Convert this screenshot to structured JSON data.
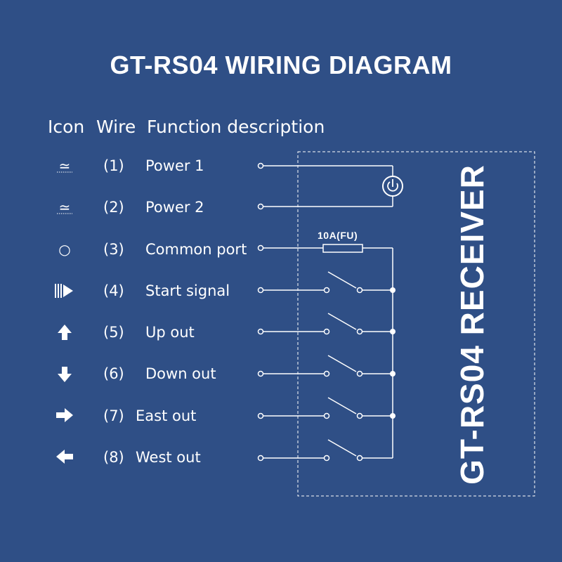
{
  "title": "GT-RS04 WIRING DIAGRAM",
  "headers": {
    "icon": "Icon",
    "wire": "Wire",
    "function": "Function description"
  },
  "rows": [
    {
      "icon": "power-ac-icon",
      "glyph": "≃",
      "wire": "(1)",
      "function": "Power 1"
    },
    {
      "icon": "power-ac-icon",
      "glyph": "≃",
      "wire": "(2)",
      "function": "Power 2"
    },
    {
      "icon": "circle-icon",
      "glyph": "○",
      "wire": "(3)",
      "function": "Common port"
    },
    {
      "icon": "start-signal-icon",
      "glyph": "⦀▶",
      "wire": "(4)",
      "function": "Start signal"
    },
    {
      "icon": "arrow-up-icon",
      "glyph": "🡅",
      "wire": "(5)",
      "function": "Up out"
    },
    {
      "icon": "arrow-down-icon",
      "glyph": "🡇",
      "wire": "(6)",
      "function": "Down out"
    },
    {
      "icon": "arrow-right-icon",
      "glyph": "🡆",
      "wire": "(7)",
      "function": "East out"
    },
    {
      "icon": "arrow-left-icon",
      "glyph": "🡄",
      "wire": "(8)",
      "function": "West out"
    }
  ],
  "fuse_label": "10A(FU)",
  "receiver_label": "GT-RS04 RECEIVER",
  "colors": {
    "background": "#2f4f86",
    "foreground": "#ffffff"
  }
}
